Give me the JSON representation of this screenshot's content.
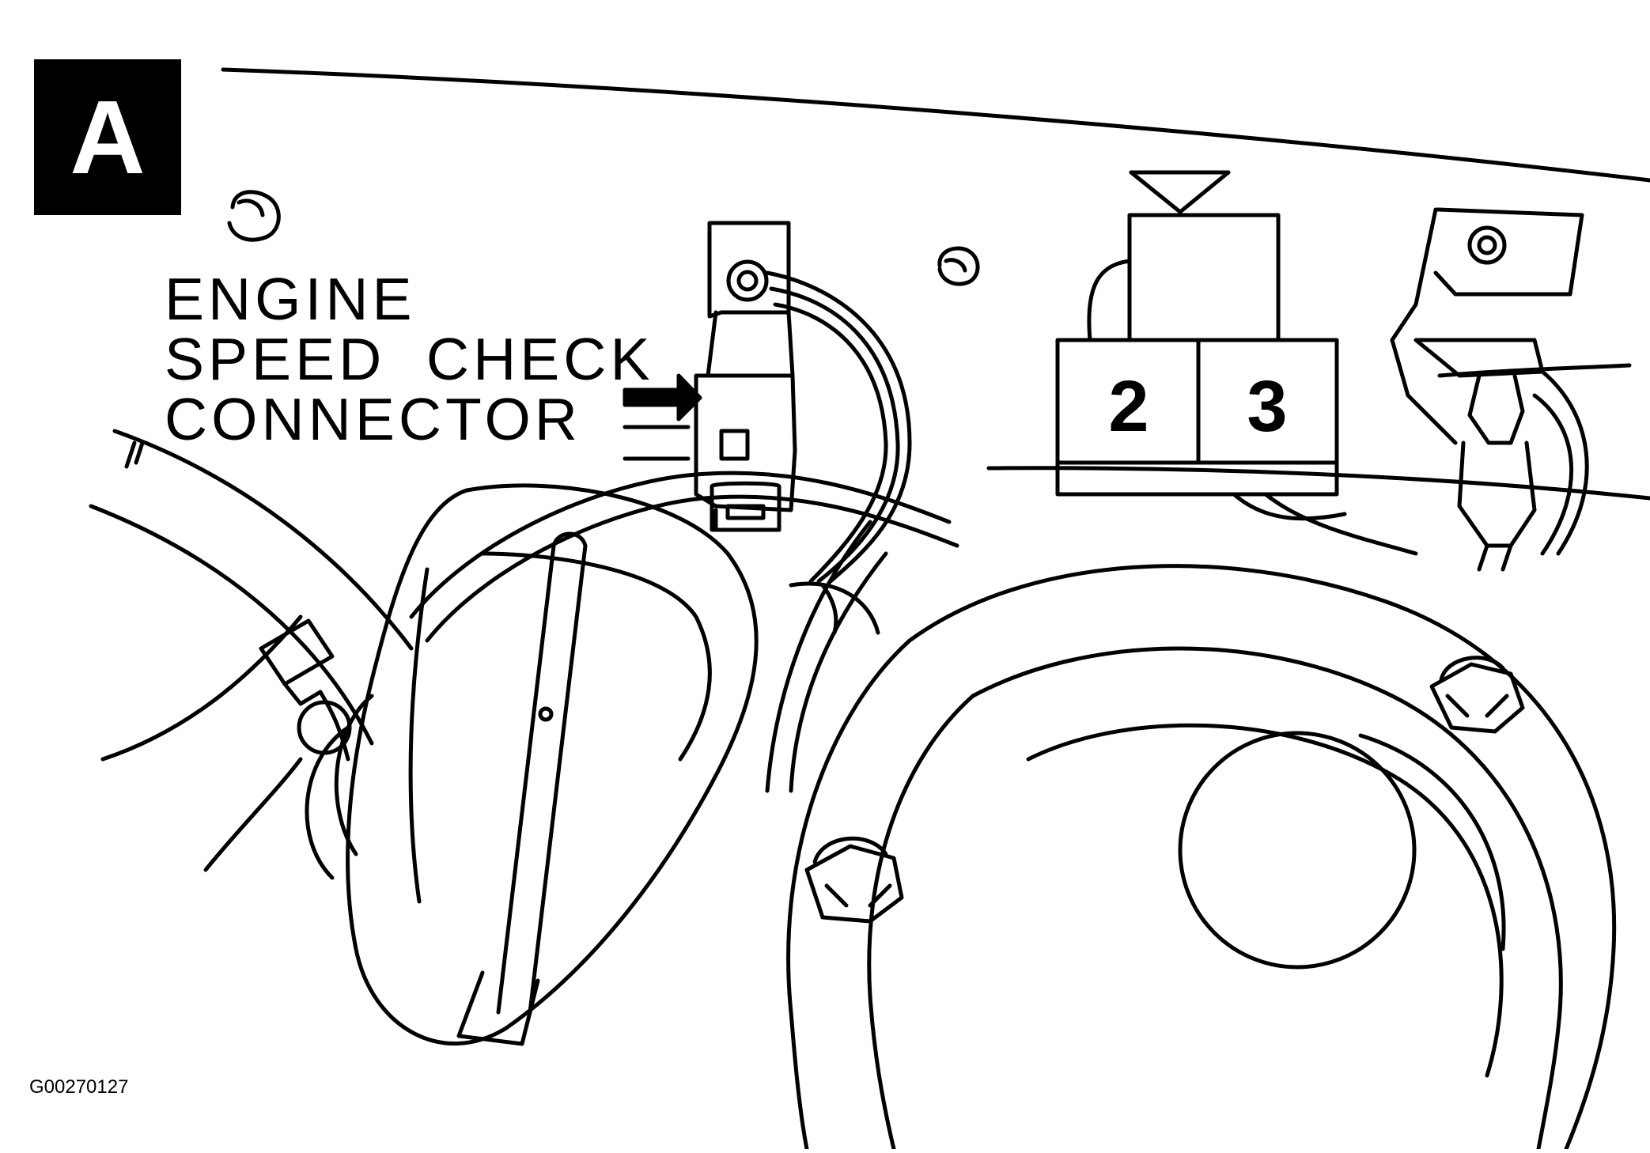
{
  "figure": {
    "panel_label": "A",
    "callout": {
      "line1": "ENGINE",
      "line2": "SPEED  CHECK",
      "line3": "CONNECTOR"
    },
    "relay_terminals": [
      "2",
      "3"
    ],
    "figure_id": "G00270127"
  }
}
